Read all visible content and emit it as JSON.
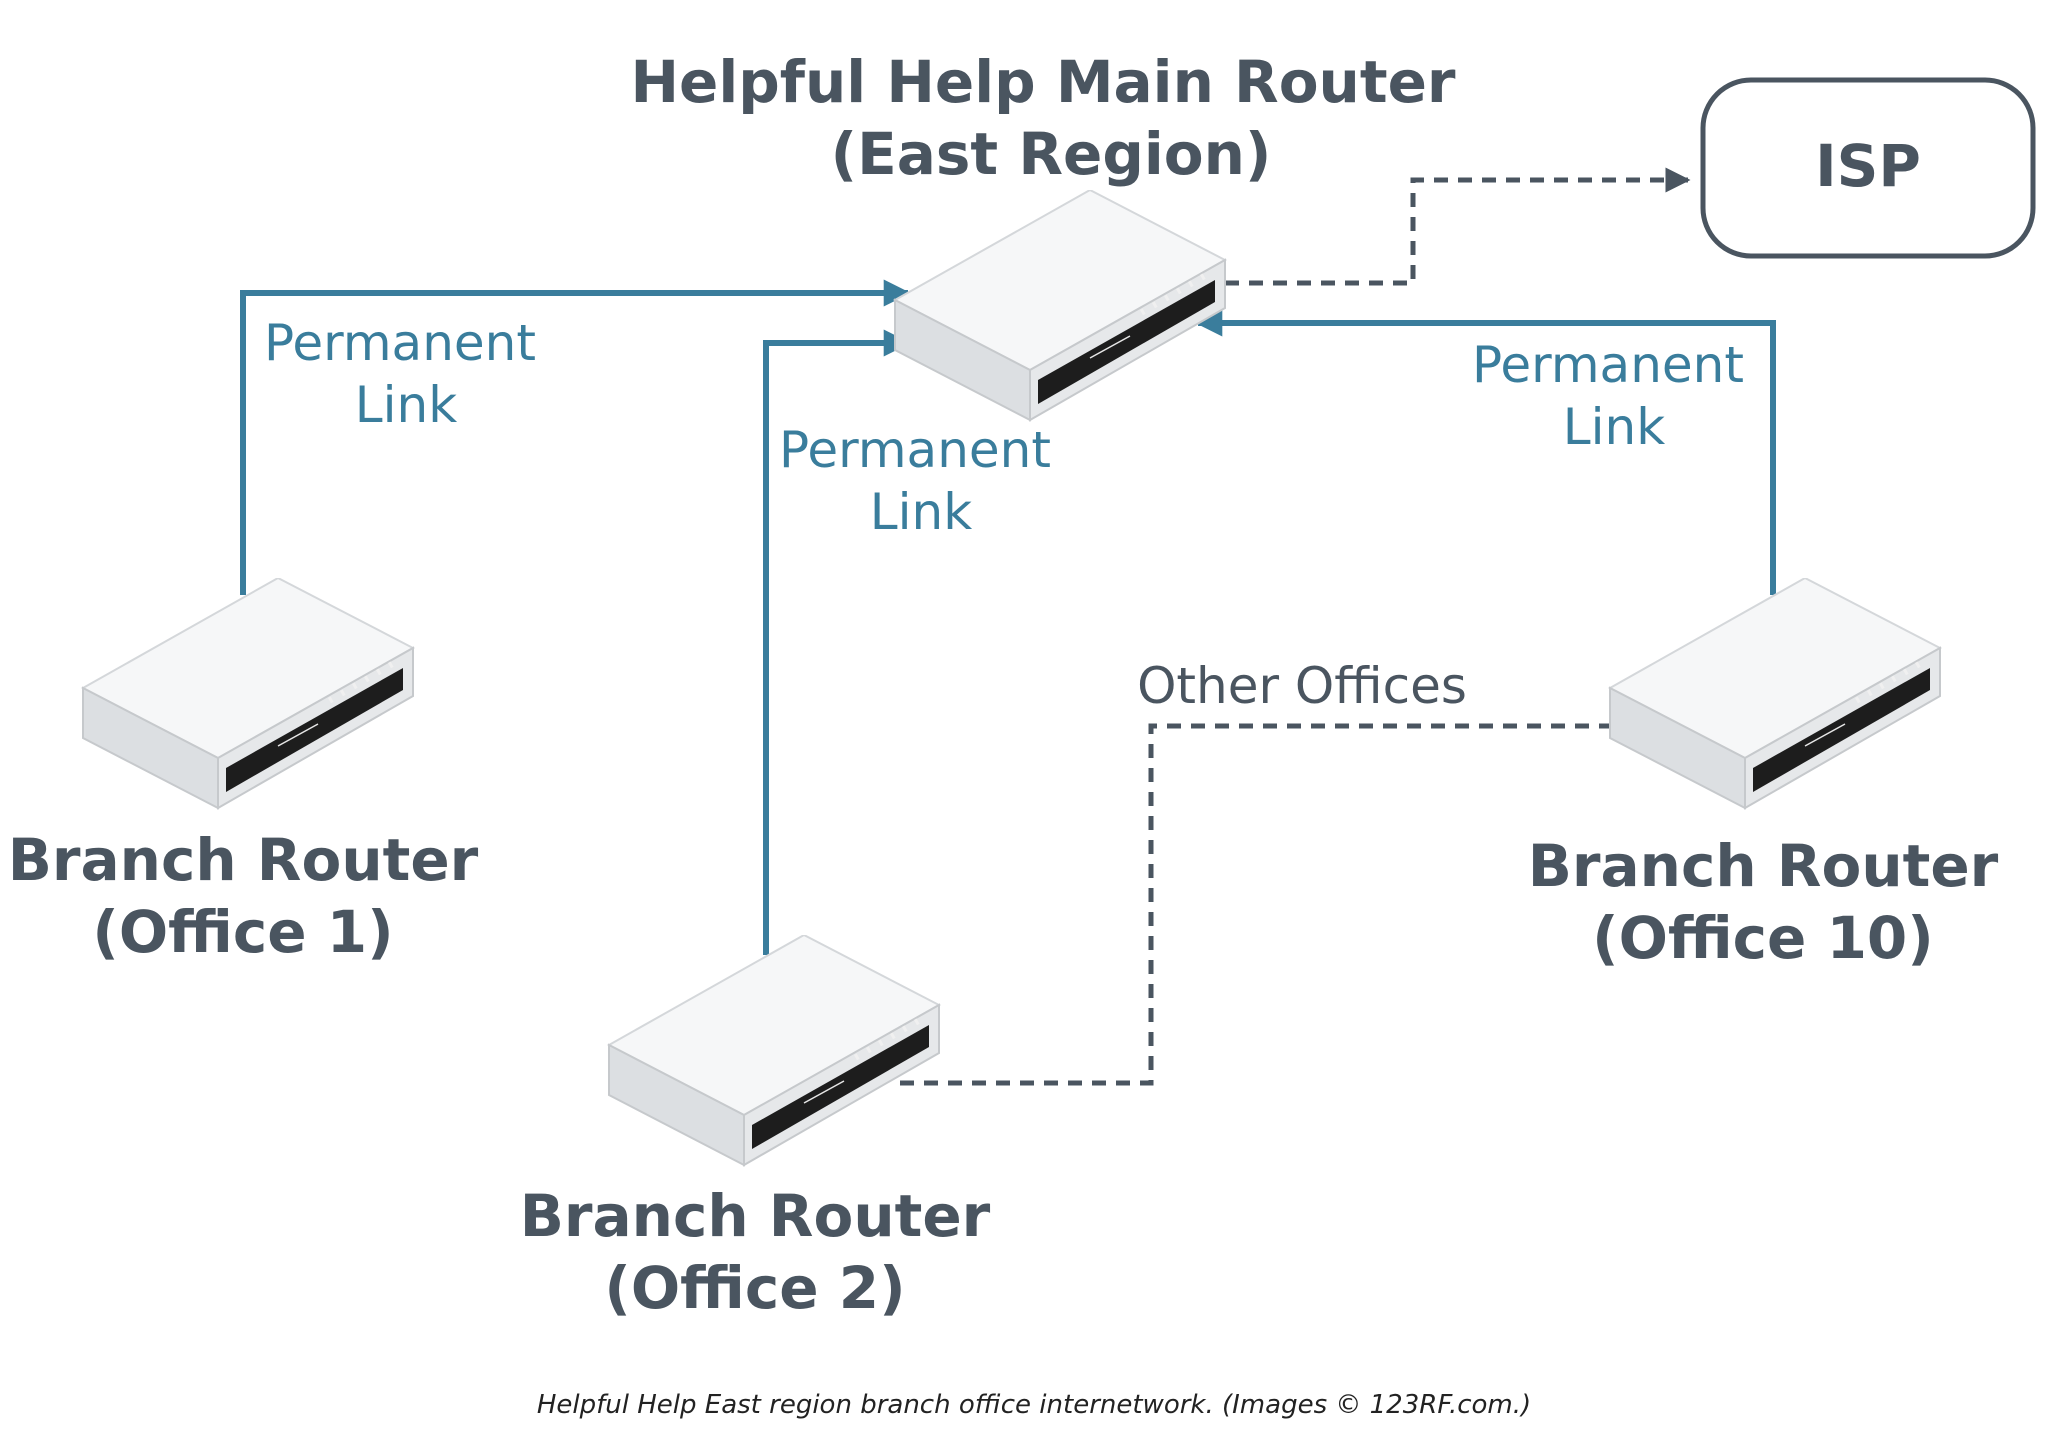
{
  "colors": {
    "permanent_link": "#3a7d9c",
    "dashed_link": "#4a5560",
    "text_dark": "#4a5560",
    "text_link": "#3a7d9c"
  },
  "nodes": {
    "main_router": {
      "line1": "Helpful Help Main Router",
      "line2": "(East Region)",
      "icon": "router-icon"
    },
    "isp": {
      "label": "ISP"
    },
    "office1": {
      "line1": "Branch Router",
      "line2": "(Office 1)",
      "icon": "router-icon"
    },
    "office2": {
      "line1": "Branch Router",
      "line2": "(Office 2)",
      "icon": "router-icon"
    },
    "office10": {
      "line1": "Branch Router",
      "line2": "(Office 10)",
      "icon": "router-icon"
    }
  },
  "links": {
    "office1": {
      "line1": "Permanent",
      "line2": "Link"
    },
    "office2": {
      "line1": "Permanent",
      "line2": "Link"
    },
    "office10": {
      "line1": "Permanent",
      "line2": "Link"
    },
    "other": {
      "label": "Other Offices"
    }
  },
  "caption": "Helpful Help East region branch office internetwork. (Images © 123RF.com.)"
}
